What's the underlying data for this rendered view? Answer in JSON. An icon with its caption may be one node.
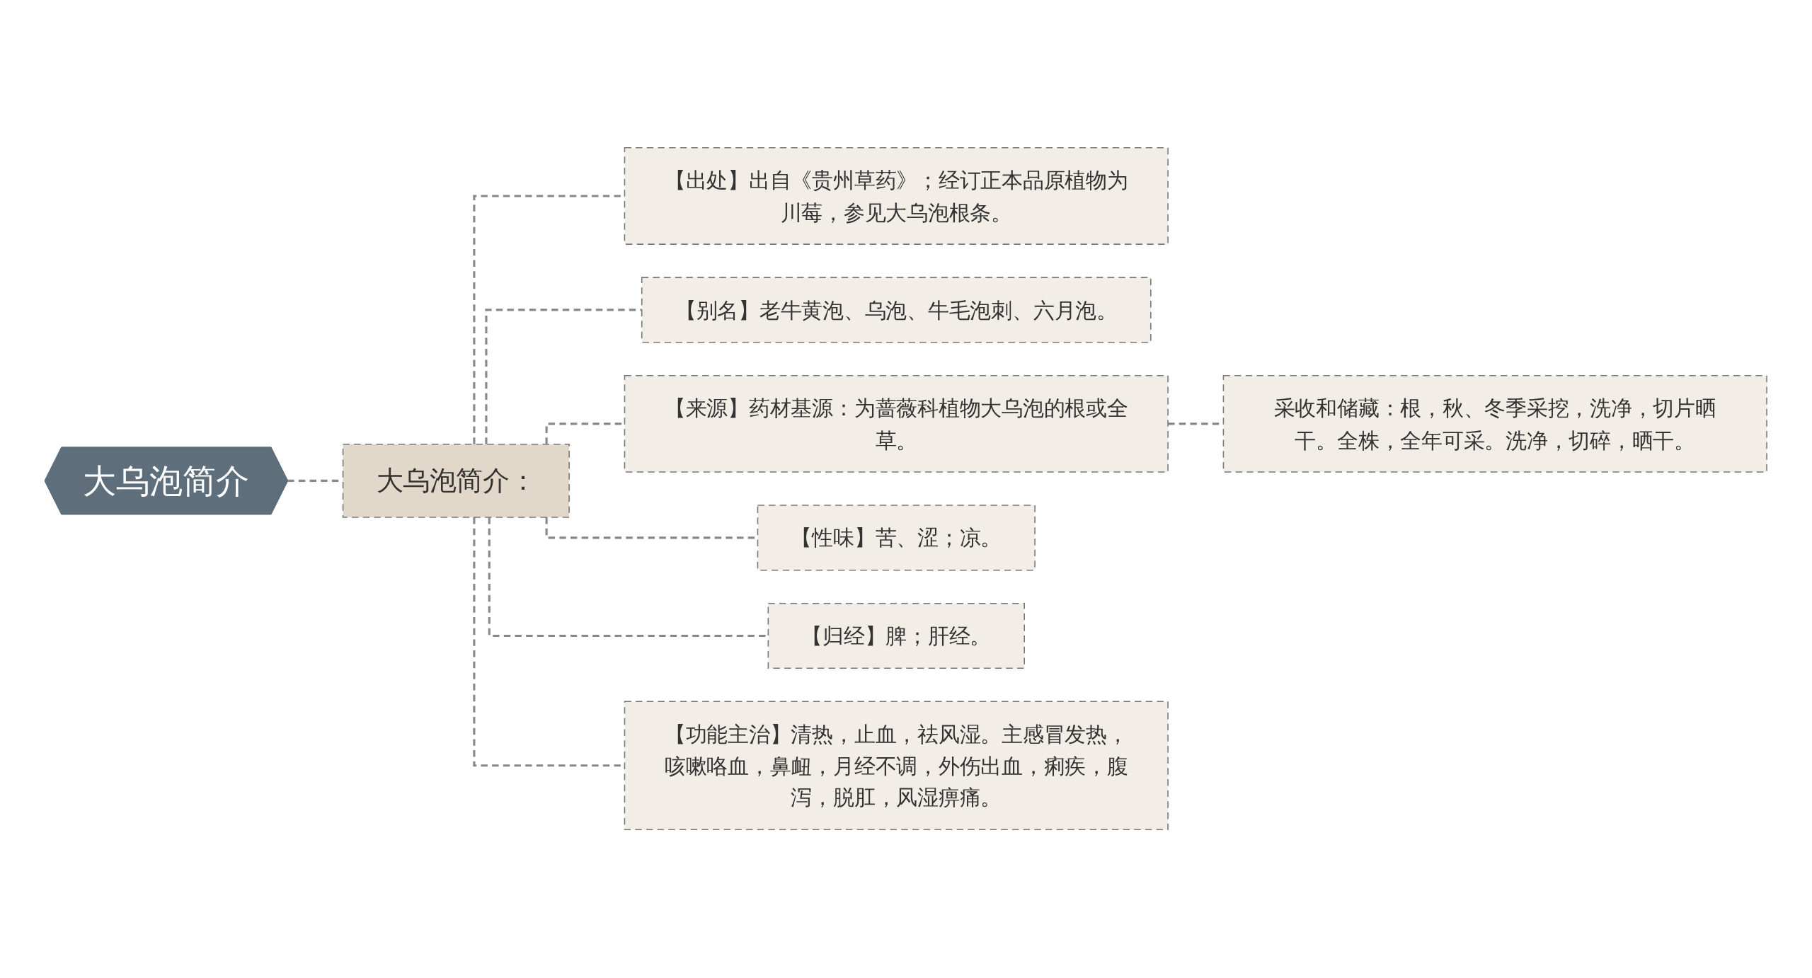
{
  "diagram": {
    "nodes": [
      {
        "text": [
          "大乌泡简介"
        ]
      },
      {
        "text": [
          "大乌泡简介："
        ]
      },
      {
        "text": [
          "【出处】出自《贵州草药》；经订正本品原植物为川莓，参见大乌泡根条。"
        ]
      },
      {
        "text": [
          "【别名】老牛黄泡、乌泡、牛毛泡刺、六月泡。"
        ]
      },
      {
        "text": [
          "【来源】药材基源：为蔷薇科植物大乌泡的根或全草。"
        ]
      },
      {
        "text": [
          "【性味】苦、涩；凉。"
        ]
      },
      {
        "text": [
          "【归经】脾；肝经。"
        ]
      },
      {
        "text": [
          "【功能主治】清热，止血，祛风湿。主感冒发热，咳嗽咯血，鼻衄，月经不调，外伤出血，痢疾，腹泻，脱肛，风湿痹痛。"
        ]
      },
      {
        "text": [
          "采收和储藏：根，秋、冬季采挖，洗净，切片晒干。全株，全年可采。洗净，切碎，晒干。"
        ]
      }
    ],
    "edges": [
      {
        "from": 0,
        "to": 1,
        "arrow": "none",
        "style": "dashed"
      },
      {
        "from": 1,
        "to": 2,
        "arrow": "none",
        "style": "dashed"
      },
      {
        "from": 1,
        "to": 3,
        "arrow": "none",
        "style": "dashed"
      },
      {
        "from": 1,
        "to": 4,
        "arrow": "none",
        "style": "dashed"
      },
      {
        "from": 1,
        "to": 5,
        "arrow": "none",
        "style": "dashed"
      },
      {
        "from": 1,
        "to": 6,
        "arrow": "none",
        "style": "dashed"
      },
      {
        "from": 1,
        "to": 7,
        "arrow": "none",
        "style": "dashed"
      },
      {
        "from": 4,
        "to": 8,
        "arrow": "none",
        "style": "dashed"
      }
    ]
  }
}
